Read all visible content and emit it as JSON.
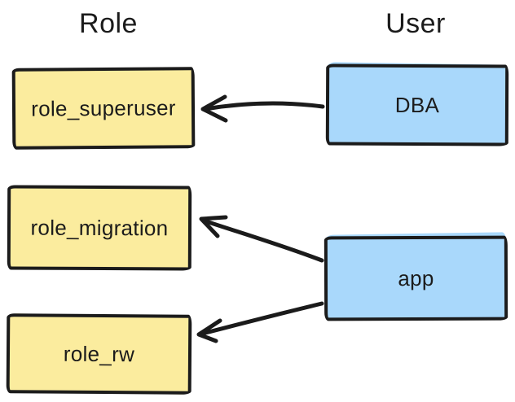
{
  "diagram": {
    "background_color": "#ffffff",
    "stroke_color": "#1b1b1b",
    "headings": [
      {
        "id": "role",
        "label": "Role"
      },
      {
        "id": "user",
        "label": "User"
      }
    ],
    "nodes": [
      {
        "id": "role_superuser",
        "label": "role_superuser",
        "group": "role",
        "fill": "#fbec9e"
      },
      {
        "id": "role_migration",
        "label": "role_migration",
        "group": "role",
        "fill": "#fbec9e"
      },
      {
        "id": "role_rw",
        "label": "role_rw",
        "group": "role",
        "fill": "#fbec9e"
      },
      {
        "id": "dba",
        "label": "DBA",
        "group": "user",
        "fill": "#a9d8fb"
      },
      {
        "id": "app",
        "label": "app",
        "group": "user",
        "fill": "#a9d8fb"
      }
    ],
    "edges": [
      {
        "from": "DBA",
        "to": "role_superuser"
      },
      {
        "from": "app",
        "to": "role_migration"
      },
      {
        "from": "app",
        "to": "role_rw"
      }
    ]
  }
}
